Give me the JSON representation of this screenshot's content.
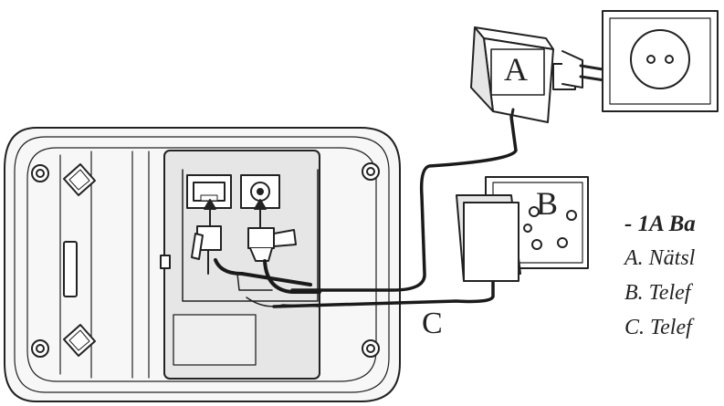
{
  "diagram": {
    "callouts": {
      "a": "A",
      "b": "B",
      "c": "C"
    },
    "legend": {
      "heading": "- 1A Ba",
      "items": [
        "A. Nätsl",
        "B. Telef",
        "C. Telef"
      ]
    },
    "colors": {
      "line": "#222222",
      "shade": "#e6e6e6",
      "cable": "#1a1a1a"
    }
  }
}
